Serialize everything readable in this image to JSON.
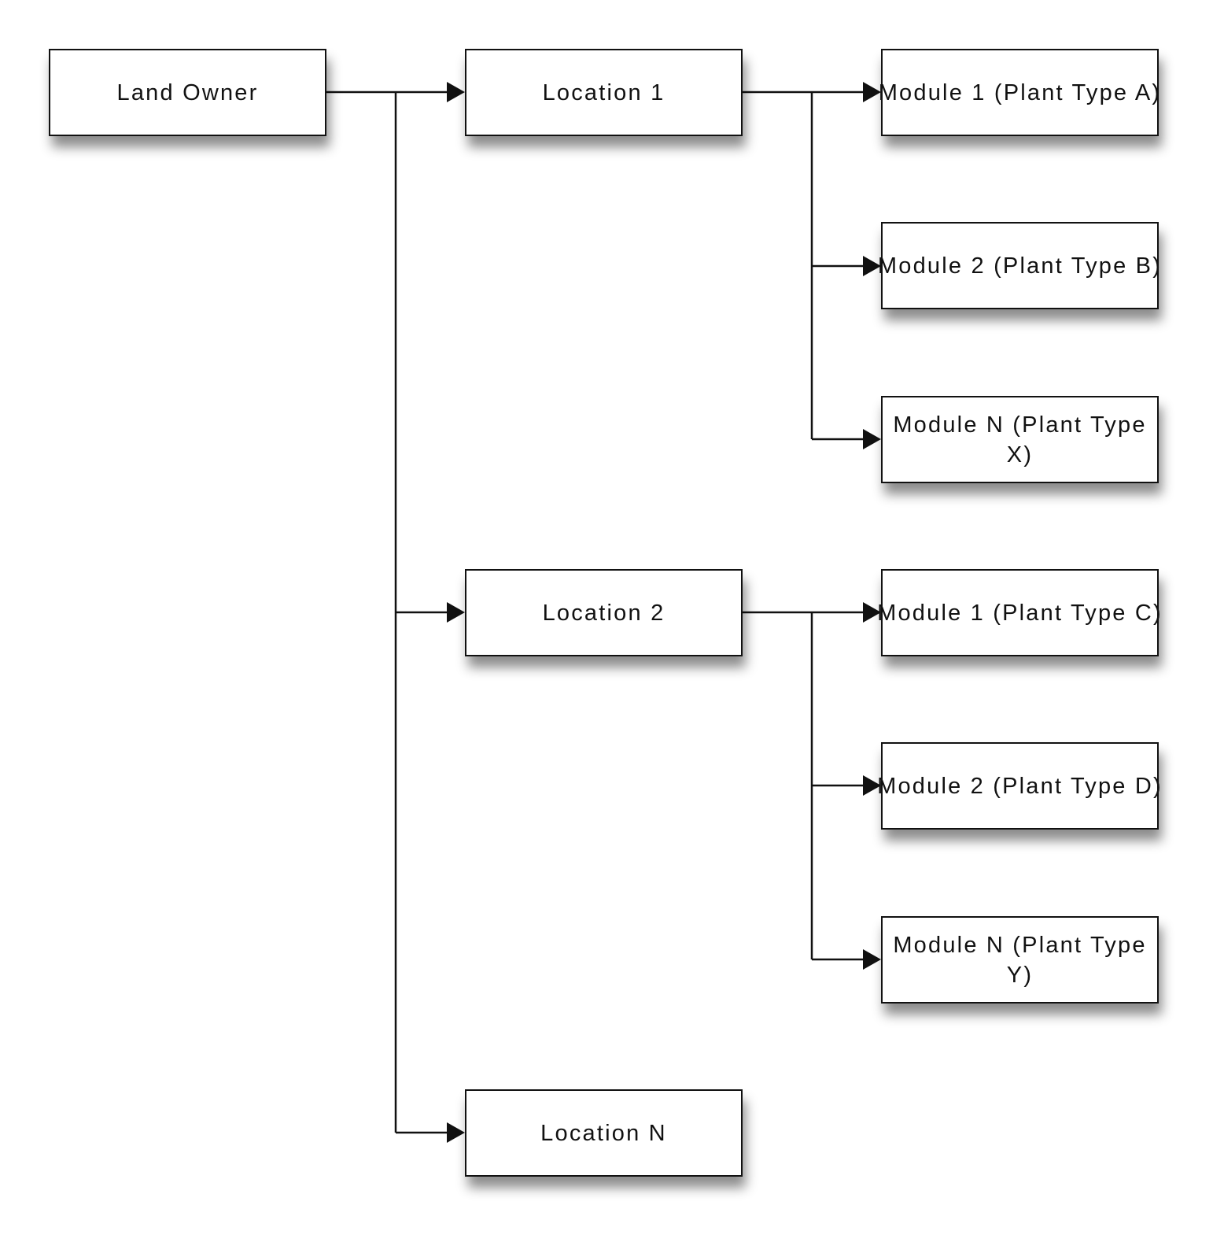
{
  "diagram": {
    "type": "tree",
    "nodes": {
      "land_owner": "Land Owner",
      "location_1": "Location 1",
      "location_2": "Location 2",
      "location_n": "Location N",
      "module_1_a": "Module 1 (Plant Type A)",
      "module_2_b": "Module 2 (Plant Type B)",
      "module_n_x": "Module N (Plant Type X)",
      "module_1_c": "Module 1 (Plant Type C)",
      "module_2_d": "Module 2 (Plant Type D)",
      "module_n_y": "Module N (Plant Type Y)"
    },
    "edges": [
      [
        "land_owner",
        "location_1"
      ],
      [
        "land_owner",
        "location_2"
      ],
      [
        "land_owner",
        "location_n"
      ],
      [
        "location_1",
        "module_1_a"
      ],
      [
        "location_1",
        "module_2_b"
      ],
      [
        "location_1",
        "module_n_x"
      ],
      [
        "location_2",
        "module_1_c"
      ],
      [
        "location_2",
        "module_2_d"
      ],
      [
        "location_2",
        "module_n_y"
      ]
    ]
  }
}
